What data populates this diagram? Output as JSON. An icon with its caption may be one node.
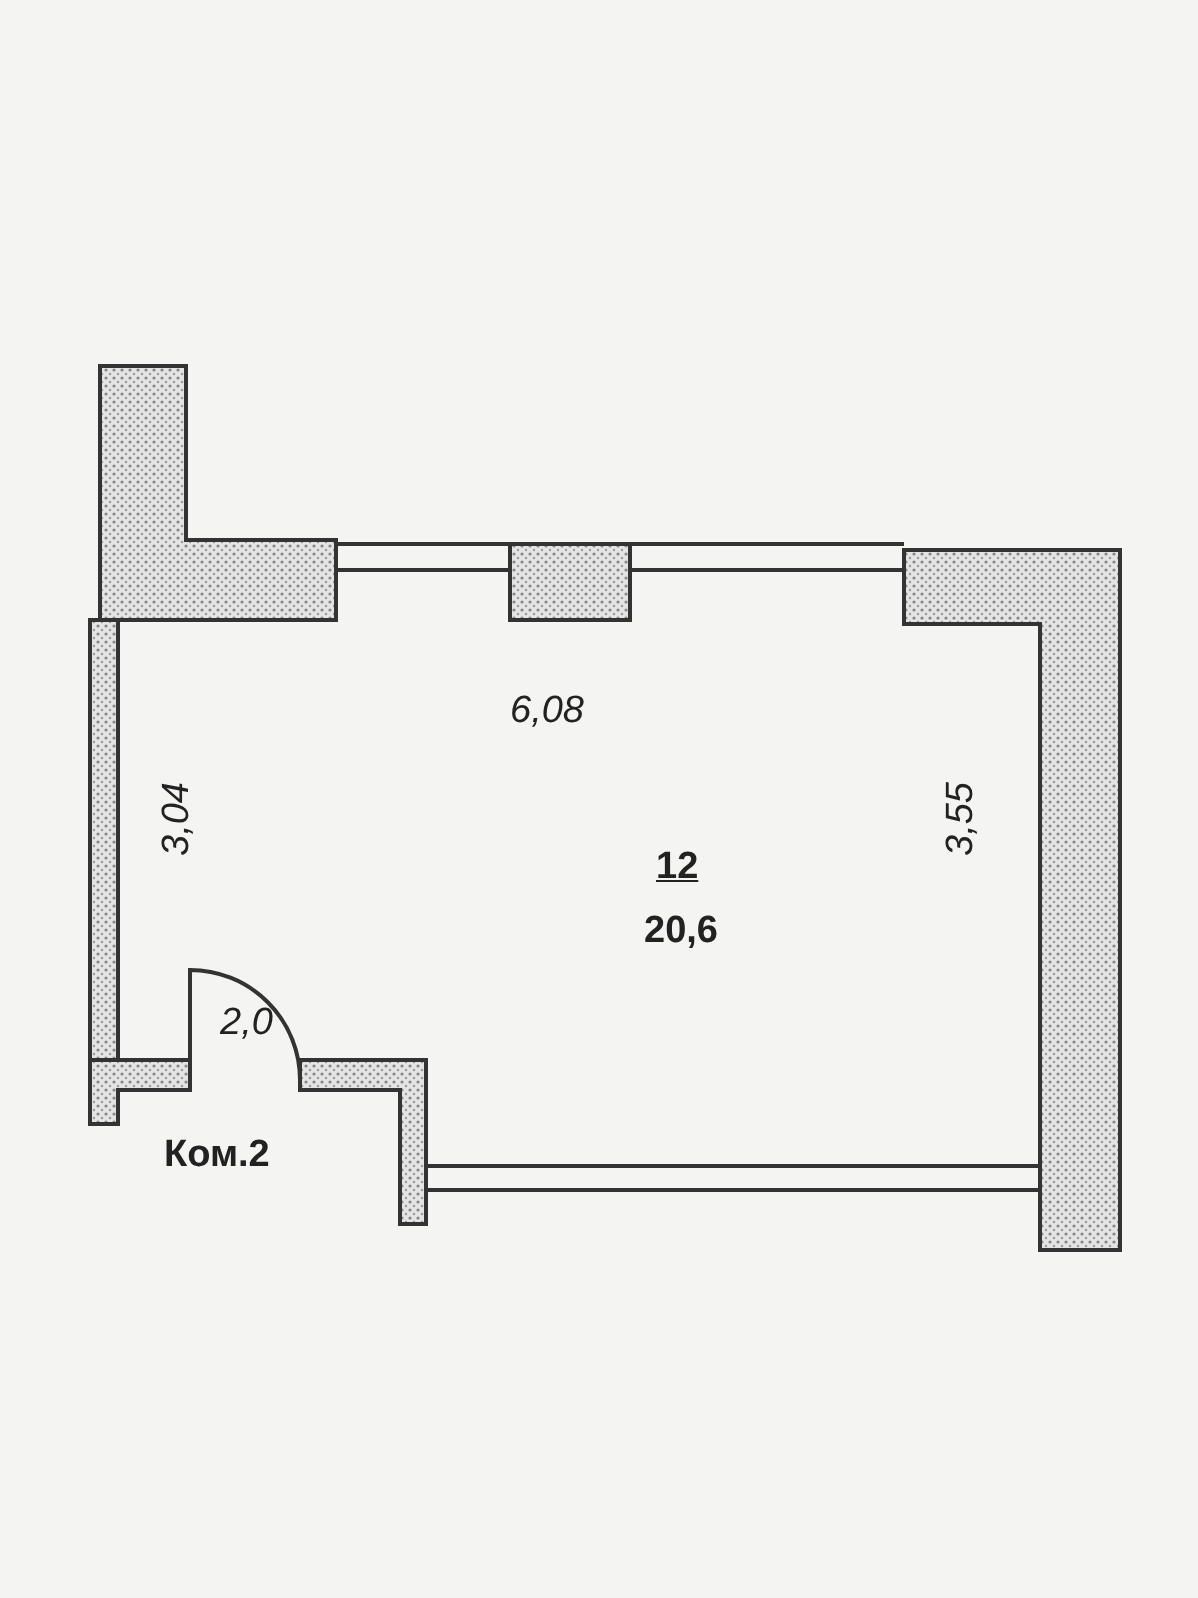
{
  "diagram": {
    "labels": [
      "6,08",
      "3,04",
      "12",
      "20,6",
      "3,55",
      "2,0",
      "Ком.2"
    ]
  }
}
